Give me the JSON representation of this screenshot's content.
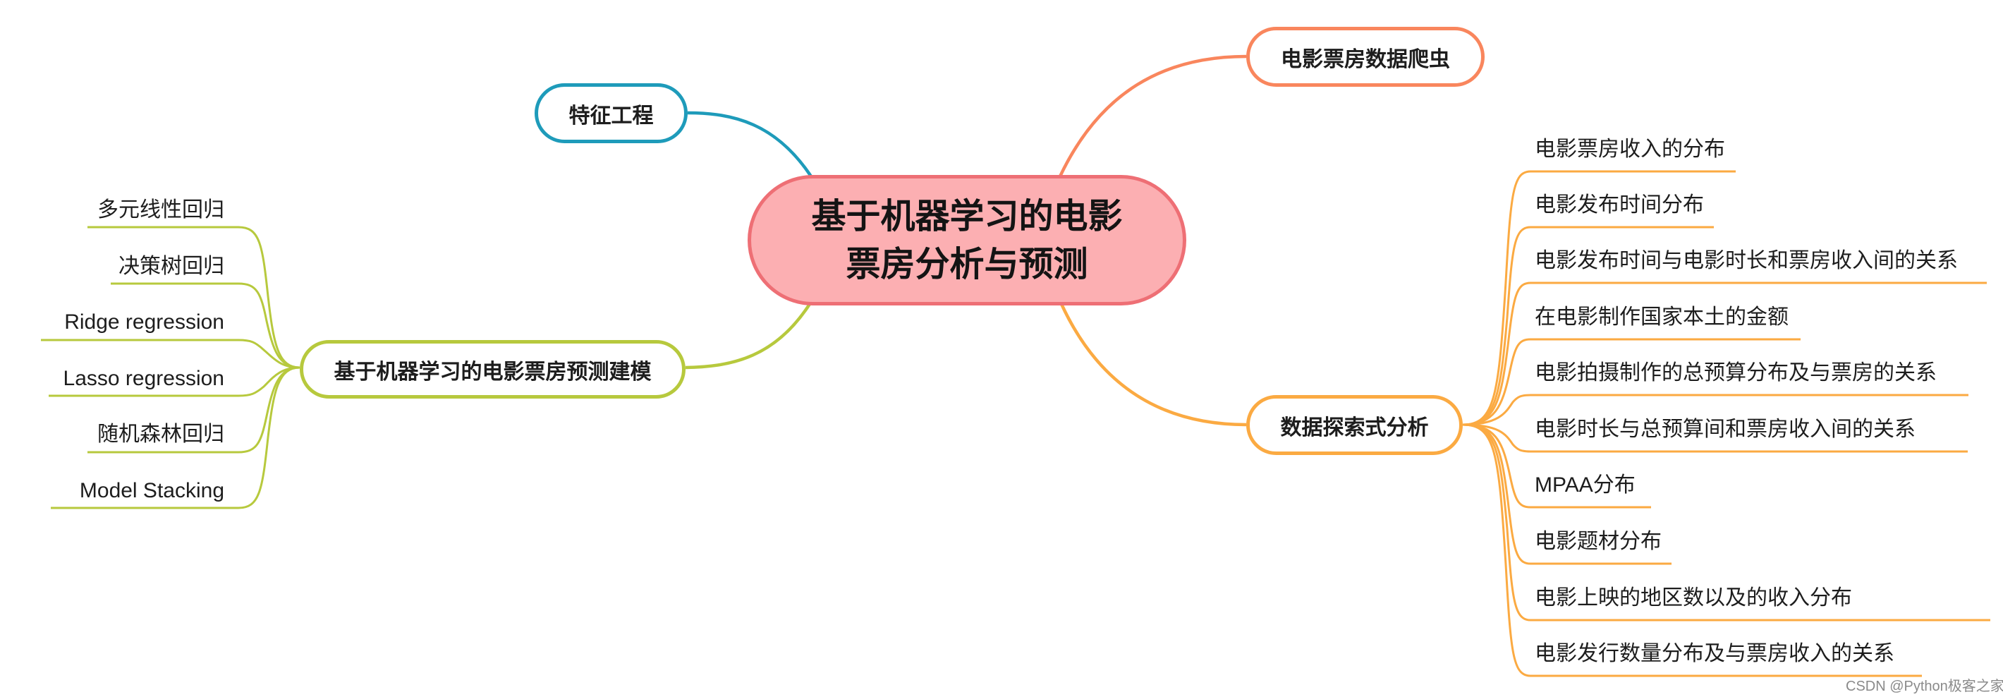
{
  "mindmap": {
    "central_topic": {
      "line1": "基于机器学习的电影",
      "line2": "票房分析与预测",
      "fill": "#FCAFB2",
      "border": "#EE6F75"
    },
    "branches": [
      {
        "id": "crawler",
        "label": "电影票房数据爬虫",
        "color": "#F9865D",
        "children": []
      },
      {
        "id": "feature",
        "label": "特征工程",
        "color": "#1E9BBA",
        "children": []
      },
      {
        "id": "modeling",
        "label": "基于机器学习的电影票房预测建模",
        "color": "#B7C93D",
        "children": [
          "多元线性回归",
          "决策树回归",
          "Ridge regression",
          "Lasso regression",
          "随机森林回归",
          "Model Stacking"
        ]
      },
      {
        "id": "eda",
        "label": "数据探索式分析",
        "color": "#FBAA42",
        "children": [
          "电影票房收入的分布",
          "电影发布时间分布",
          "电影发布时间与电影时长和票房收入间的关系",
          "在电影制作国家本土的金额",
          "电影拍摄制作的总预算分布及与票房的关系",
          "电影时长与总预算间和票房收入间的关系",
          "MPAA分布",
          "电影题材分布",
          "电影上映的地区数以及的收入分布",
          "电影发行数量分布及与票房收入的关系"
        ]
      }
    ]
  },
  "watermark": "CSDN @Python极客之家"
}
